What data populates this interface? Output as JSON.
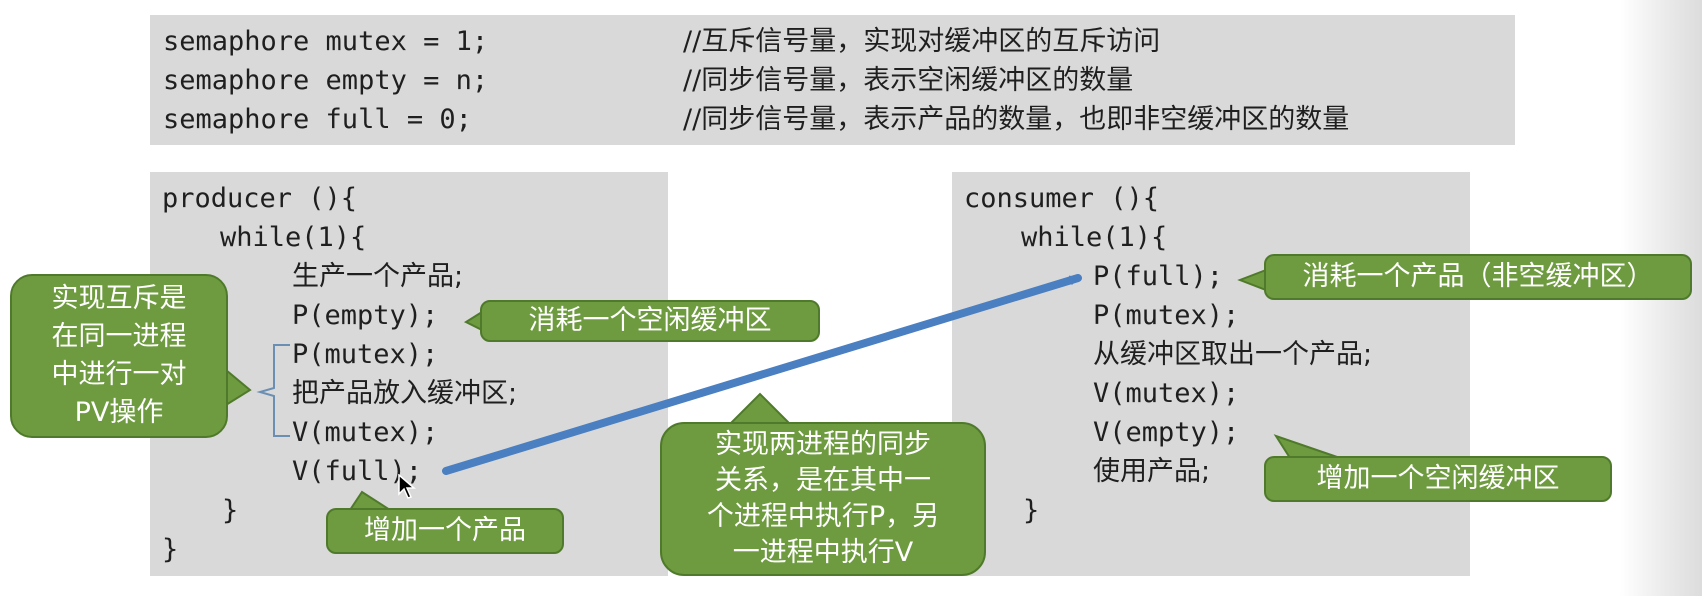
{
  "decl": {
    "lines": [
      {
        "code": "semaphore mutex = 1;",
        "comment": "//互斥信号量，实现对缓冲区的互斥访问"
      },
      {
        "code": "semaphore empty = n;",
        "comment": "//同步信号量，表示空闲缓冲区的数量"
      },
      {
        "code": "semaphore full = 0;",
        "comment": "//同步信号量，表示产品的数量，也即非空缓冲区的数量"
      }
    ]
  },
  "producer": {
    "header": "producer (){",
    "loop": "while(1){",
    "body": [
      "生产一个产品;",
      "P(empty);",
      "P(mutex);",
      "把产品放入缓冲区;",
      "V(mutex);",
      "V(full);"
    ],
    "close_loop": "}",
    "close_fn": "}"
  },
  "consumer": {
    "header": "consumer (){",
    "loop": "while(1){",
    "body": [
      "P(full);",
      "P(mutex);",
      "从缓冲区取出一个产品;",
      "V(mutex);",
      "V(empty);",
      "使用产品;"
    ],
    "close_loop": "}"
  },
  "callouts": {
    "mutex_note": [
      "实现互斥是",
      "在同一进程",
      "中进行一对",
      "PV操作"
    ],
    "consume_empty": "消耗一个空闲缓冲区",
    "add_product": "增加一个产品",
    "sync_note": [
      "实现两进程的同步",
      "关系，是在其中一",
      "个进程中执行P，另",
      "一进程中执行V"
    ],
    "consume_product": "消耗一个产品（非空缓冲区）",
    "add_empty": "增加一个空闲缓冲区"
  },
  "colors": {
    "code_bg": "#d9d9d9",
    "callout_fill": "#6e9b3f",
    "callout_border": "#4f7a2b",
    "arrow": "#4a7fc1"
  }
}
